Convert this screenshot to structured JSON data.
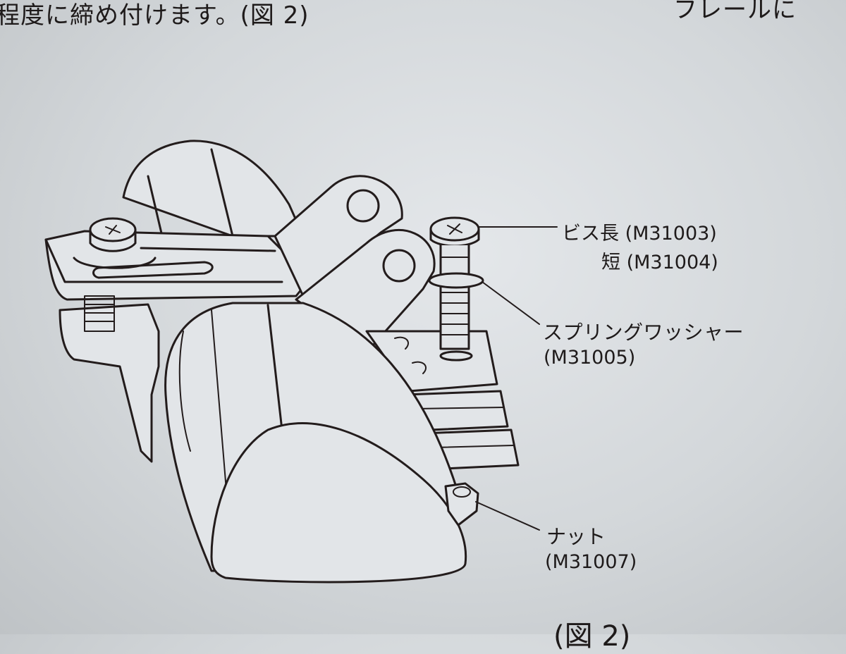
{
  "header": {
    "left_text": "程度に締め付けます。(図 2)",
    "right_text": "フレールに"
  },
  "labels": {
    "screw_long": "ビス長 (M31003)",
    "screw_short": "短 (M31004)",
    "washer_name": "スプリングワッシャー",
    "washer_code": "(M31005)",
    "nut_name": "ナット",
    "nut_code": "(M31007)"
  },
  "caption": "(図 2)"
}
